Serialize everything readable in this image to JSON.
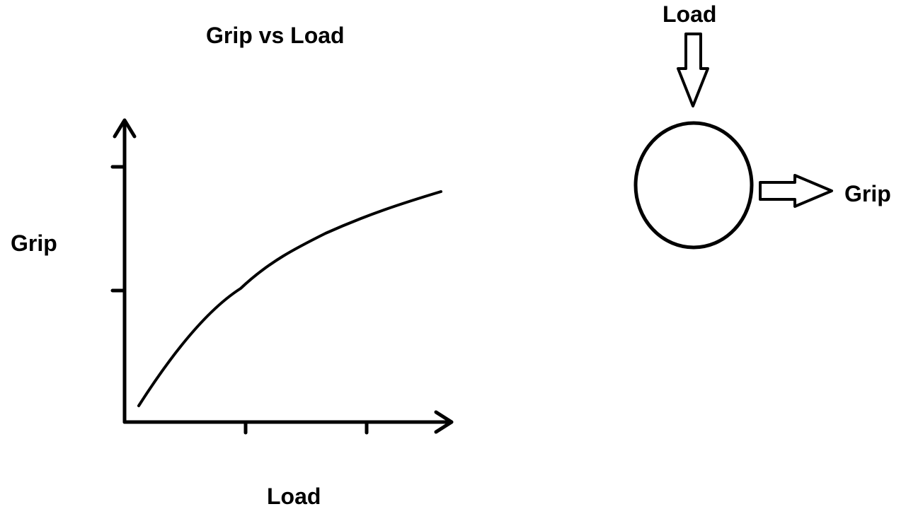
{
  "graph": {
    "title": "Grip vs Load",
    "y_axis_label": "Grip",
    "x_axis_label": "Load"
  },
  "force_diagram": {
    "load_label": "Load",
    "grip_label": "Grip"
  },
  "colors": {
    "ink": "#000000",
    "background": "#ffffff"
  }
}
